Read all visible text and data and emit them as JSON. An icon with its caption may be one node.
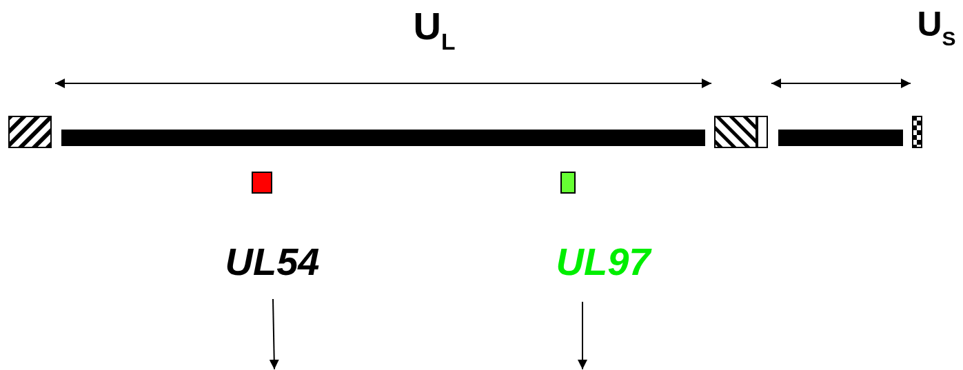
{
  "diagram": {
    "nodes": [
      {
        "text": [],
        "shape": "box"
      },
      {
        "text": [],
        "shape": "bar"
      },
      {
        "text": [],
        "shape": "box"
      },
      {
        "text": [],
        "shape": "box"
      },
      {
        "text": [],
        "shape": "bar"
      },
      {
        "text": [],
        "shape": "box"
      },
      {
        "text": [],
        "shape": "box"
      },
      {
        "text": [],
        "shape": "box"
      },
      {
        "text": [
          "UL54"
        ]
      },
      {
        "text": [
          "UL97"
        ]
      }
    ],
    "edges": [
      {
        "from": 8,
        "to": null,
        "arrow": "to"
      },
      {
        "from": 9,
        "to": null,
        "arrow": "to"
      }
    ],
    "labels": [
      "U$_{L}$",
      "U$_{S}$"
    ]
  }
}
